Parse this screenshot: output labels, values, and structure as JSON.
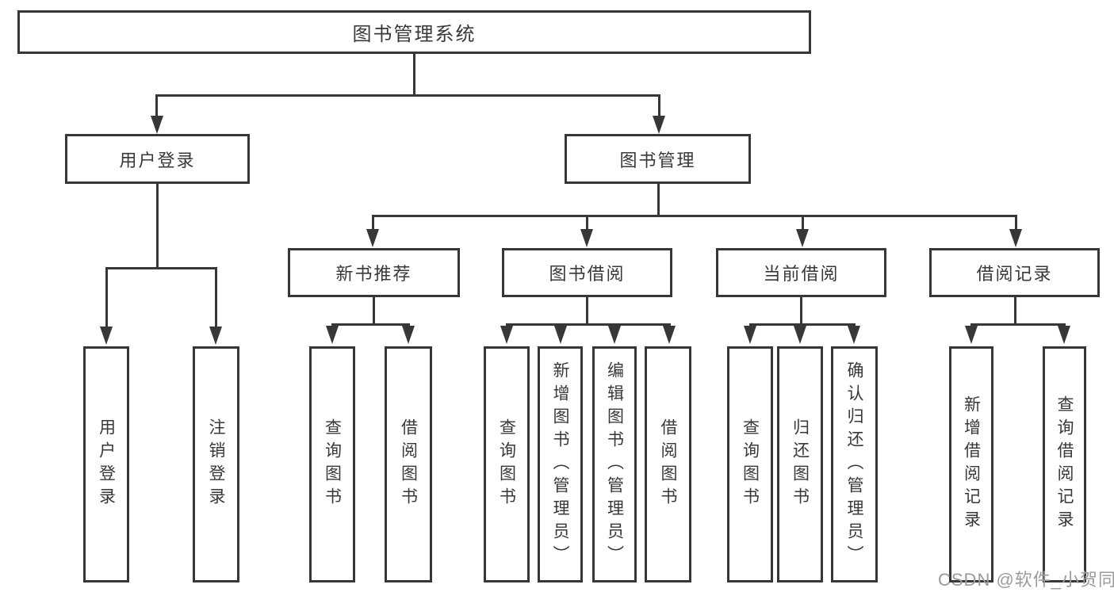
{
  "tree": {
    "root": {
      "label": "图书管理系统",
      "children": [
        {
          "label": "用户登录",
          "children": [
            {
              "label": "用户登录"
            },
            {
              "label": "注销登录"
            }
          ]
        },
        {
          "label": "图书管理",
          "children": [
            {
              "label": "新书推荐",
              "children": [
                {
                  "label": "查询图书"
                },
                {
                  "label": "借阅图书"
                }
              ]
            },
            {
              "label": "图书借阅",
              "children": [
                {
                  "label": "查询图书"
                },
                {
                  "label": "新增图书（管理员）"
                },
                {
                  "label": "编辑图书（管理员）"
                },
                {
                  "label": "借阅图书"
                }
              ]
            },
            {
              "label": "当前借阅",
              "children": [
                {
                  "label": "查询图书"
                },
                {
                  "label": "归还图书"
                },
                {
                  "label": "确认归还（管理员）"
                }
              ]
            },
            {
              "label": "借阅记录",
              "children": [
                {
                  "label": "新增借阅记录"
                },
                {
                  "label": "查询借阅记录"
                }
              ]
            }
          ]
        }
      ]
    }
  },
  "watermark": {
    "text": "CSDN @软件_小贺同学"
  },
  "colors": {
    "line": "#373737",
    "text": "#383838",
    "watermark": "#9b9b9b",
    "background": "#ffffff"
  }
}
